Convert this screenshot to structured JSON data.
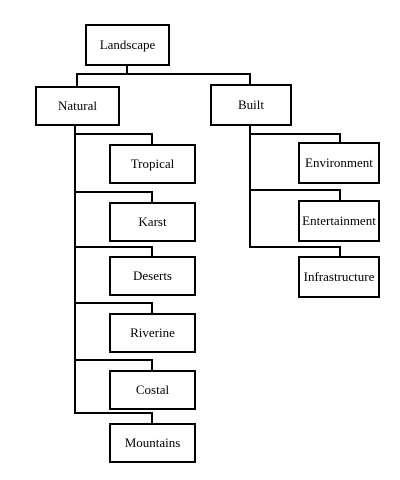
{
  "diagram": {
    "root": {
      "label": "Landscape"
    },
    "branches": [
      {
        "label": "Natural",
        "children": [
          "Tropical",
          "Karst",
          "Deserts",
          "Riverine",
          "Costal",
          "Mountains"
        ]
      },
      {
        "label": "Built",
        "children": [
          "Environment",
          "Entertainment",
          "Infrastructure"
        ]
      }
    ],
    "colors": {
      "line": "#000000",
      "box_border": "#000000",
      "background": "#ffffff"
    }
  }
}
